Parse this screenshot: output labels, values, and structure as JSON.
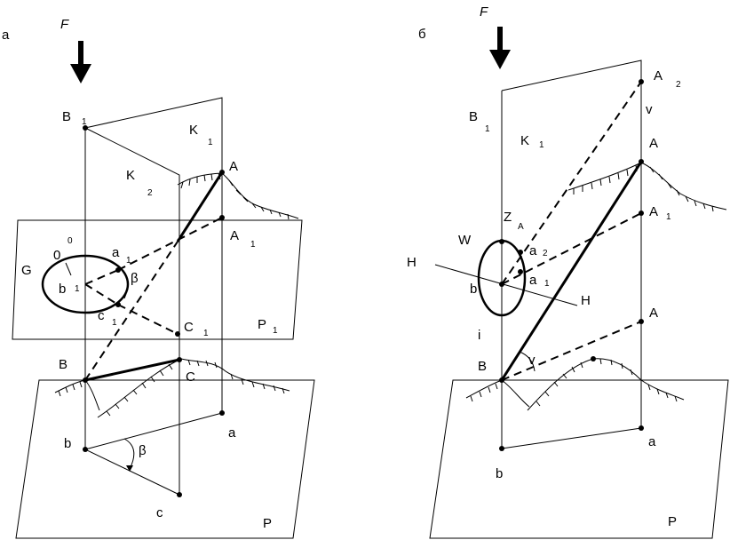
{
  "panel_a": {
    "tag": "а",
    "labels": {
      "F": "F",
      "B1": "B",
      "B1_sub": "1",
      "K1": "K",
      "K1_sub": "1",
      "K2": "K",
      "K2_sub": "2",
      "A": "A",
      "A1": "A",
      "A1_sub": "1",
      "G": "G",
      "O": "0",
      "O_sup": "0",
      "a1": "a",
      "a1_sub": "1",
      "beta_top": "β",
      "b1": "b",
      "b1_sub": "1",
      "c1": "c",
      "c1_sub": "1",
      "C1": "C",
      "C1_sub": "1",
      "P1": "P",
      "P1_sub": "1",
      "B": "B",
      "C": "C",
      "b": "b",
      "a": "a",
      "beta_bottom": "β",
      "c": "c",
      "P": "P"
    }
  },
  "panel_b": {
    "tag": "б",
    "labels": {
      "F": "F",
      "A2": "A",
      "A2_sub": "2",
      "v_top": "v",
      "B1": "B",
      "B1_sub": "1",
      "K1": "K",
      "K1_sub": "1",
      "A": "A",
      "ZA": "Z",
      "ZA_sub": "A",
      "A1": "A",
      "A1_sub": "1",
      "W": "W",
      "a2": "a",
      "a2_sub": "2",
      "H_left": "H",
      "b": "b",
      "a1": "a",
      "a1_sub": "1",
      "H_right": "H",
      "A_low": "A",
      "i": "i",
      "B": "B",
      "v_angle": "v",
      "a": "a",
      "b_bottom": "b",
      "P": "P"
    }
  }
}
